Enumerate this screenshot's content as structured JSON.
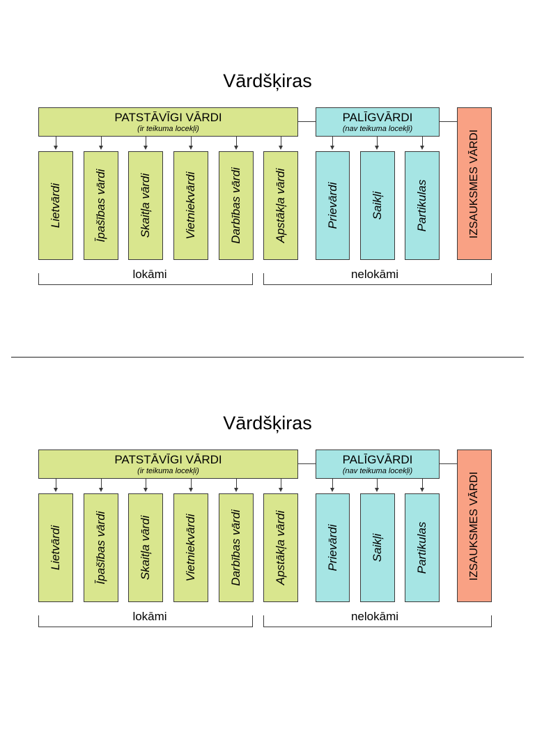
{
  "diagrams": [
    {
      "title": "Vārdšķiras",
      "groups": {
        "independent": {
          "label": "PATSTĀVĪGI VĀRDI",
          "sublabel": "(ir teikuma locekļi)"
        },
        "auxiliary": {
          "label": "PALĪGVĀRDI",
          "sublabel": "(nav teikuma locekļi)"
        },
        "interjections": {
          "label": "IZSAUKSMES VĀRDI"
        }
      },
      "independent_items": [
        "Lietvārdi",
        "Īpašības vārdi",
        "Skaitļa vārdi",
        "Vietniekvārdi",
        "Darbības vārdi",
        "Apstākļa vārdi"
      ],
      "auxiliary_items": [
        "Prievārdi",
        "Saikļi",
        "Partikulas"
      ],
      "brackets": {
        "inflected": "lokāmi",
        "uninflected": "nelokāmi"
      }
    },
    {
      "title": "Vārdšķiras",
      "groups": {
        "independent": {
          "label": "PATSTĀVĪGI VĀRDI",
          "sublabel": "(ir teikuma locekļi)"
        },
        "auxiliary": {
          "label": "PALĪGVĀRDI",
          "sublabel": "(nav teikuma locekļi)"
        },
        "interjections": {
          "label": "IZSAUKSMES VĀRDI"
        }
      },
      "independent_items": [
        "Lietvārdi",
        "Īpašības vārdi",
        "Skaitļa vārdi",
        "Vietniekvārdi",
        "Darbības vārdi",
        "Apstākļa vārdi"
      ],
      "auxiliary_items": [
        "Prievārdi",
        "Saikļi",
        "Partikulas"
      ],
      "brackets": {
        "inflected": "lokāmi",
        "uninflected": "nelokāmi"
      }
    }
  ],
  "colors": {
    "independent": "#d9e68e",
    "auxiliary": "#a6e5e4",
    "interjections": "#f9a184",
    "stroke": "#3a3a3a"
  }
}
